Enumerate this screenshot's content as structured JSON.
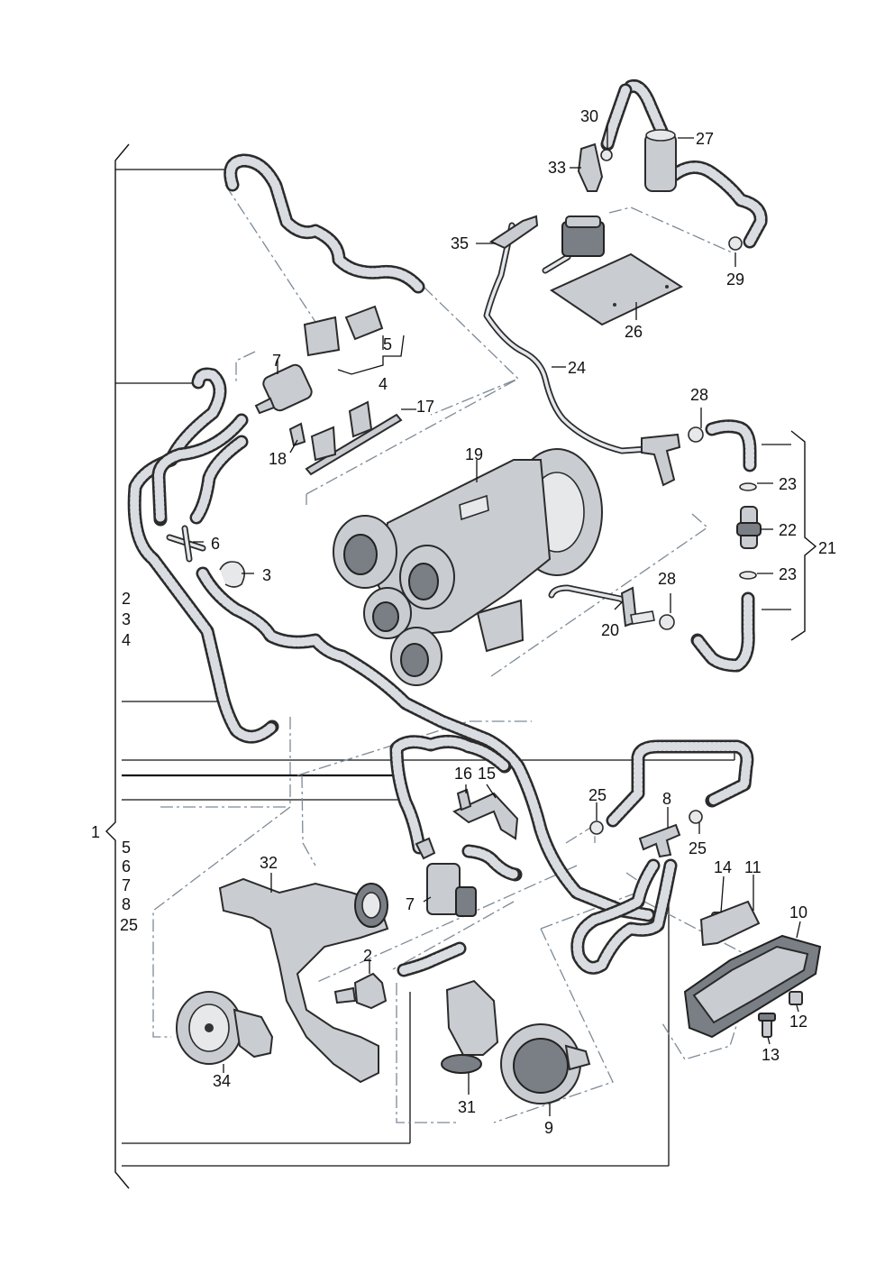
{
  "labels": {
    "l1": "1",
    "l2a": "2",
    "l3a": "3",
    "l4a": "4",
    "l5a": "5",
    "l6a": "6",
    "l7a": "7",
    "l8a": "8",
    "l25a": "25",
    "p2": "2",
    "p3": "3",
    "p4": "4",
    "p5": "5",
    "p6": "6",
    "p7a": "7",
    "p7b": "7",
    "p8": "8",
    "p9": "9",
    "p10": "10",
    "p11": "11",
    "p12": "12",
    "p13": "13",
    "p14": "14",
    "p15": "15",
    "p16": "16",
    "p17": "17",
    "p18": "18",
    "p19": "19",
    "p20": "20",
    "p21": "21",
    "p22": "22",
    "p23a": "23",
    "p23b": "23",
    "p24": "24",
    "p25a": "25",
    "p25b": "25",
    "p26": "26",
    "p27": "27",
    "p28a": "28",
    "p28b": "28",
    "p29": "29",
    "p30": "30",
    "p31": "31",
    "p32": "32",
    "p33": "33",
    "p34": "34",
    "p35": "35"
  },
  "colors": {
    "hose": "#2b2b2b",
    "part_fill": "#c9cdd2",
    "dash_line": "#7d8a96"
  }
}
